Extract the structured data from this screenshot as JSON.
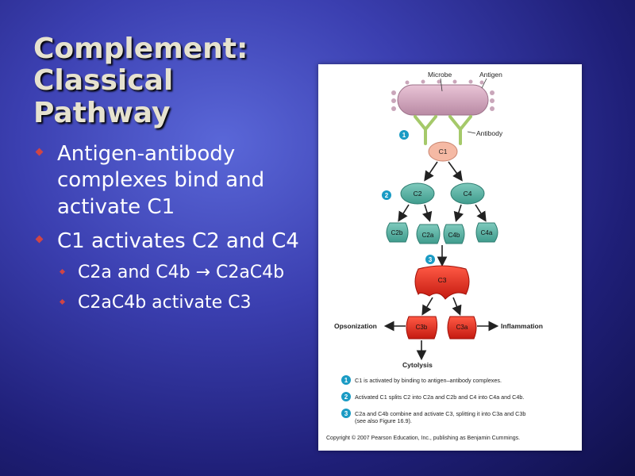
{
  "slide": {
    "title_lines": [
      "Complement:  Classical",
      "Pathway"
    ],
    "bullets": [
      {
        "text": "Antigen-antibody complexes bind and activate C1",
        "level": 1
      },
      {
        "text": "C1 activates C2 and C4",
        "level": 1
      },
      {
        "text": "C2a and C4b → C2aC4b",
        "level": 2
      },
      {
        "text": "C2aC4b activate C3",
        "level": 2
      }
    ]
  },
  "figure": {
    "labels": {
      "microbe": "Microbe",
      "antigen": "Antigen",
      "antibody": "Antibody",
      "c1": "C1",
      "c2": "C2",
      "c4": "C4",
      "c2b": "C2b",
      "c2a": "C2a",
      "c4b": "C4b",
      "c4a": "C4a",
      "c3": "C3",
      "c3b": "C3b",
      "c3a": "C3a",
      "opsonization": "Opsonization",
      "inflammation": "Inflammation",
      "cytolysis": "Cytolysis"
    },
    "steps": [
      {
        "num": "1",
        "text": "C1 is activated by binding to antigen–antibody complexes."
      },
      {
        "num": "2",
        "text": "Activated C1 splits C2 into C2a and C2b and C4 into C4a and C4b."
      },
      {
        "num": "3",
        "text": "C2a and C4b combine and activate C3, splitting it into C3a and C3b",
        "text2": "(see also Figure 16.9)."
      }
    ],
    "copyright": "Copyright © 2007 Pearson Education, Inc., publishing as Benjamin Cummings.",
    "colors": {
      "microbe": "#d8a8c0",
      "antibody": "#a5c96a",
      "c1": "#f5b9a4",
      "teal": "#5bb5a6",
      "red": "#e8261c",
      "step_badge": "#1a9bc4"
    }
  }
}
